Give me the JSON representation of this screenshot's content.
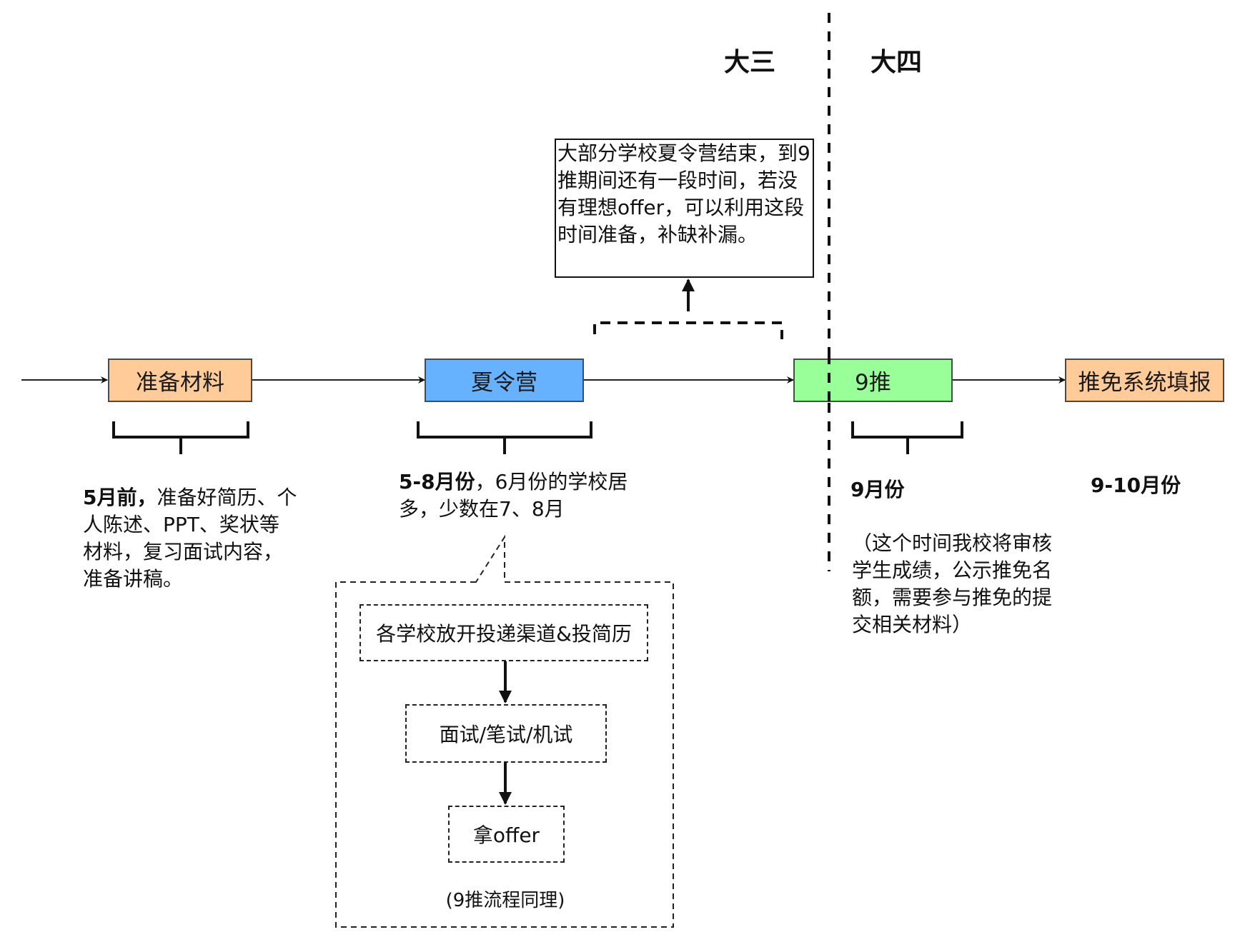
{
  "years": {
    "junior": "大三",
    "senior": "大四"
  },
  "stages": [
    {
      "id": "prepare",
      "label": "准备材料",
      "color": "#FFCC99"
    },
    {
      "id": "summer_camp",
      "label": "夏令营",
      "color": "#66B2FF"
    },
    {
      "id": "sept_push",
      "label": "9推",
      "color": "#99FF99"
    },
    {
      "id": "system_fill",
      "label": "推免系统填报",
      "color": "#FFCC99"
    }
  ],
  "timeframes": {
    "prepare": {
      "bold": "5月前，",
      "text": "准备好简历、个人陈述、PPT、奖状等材料，复习面试内容，准备讲稿。"
    },
    "summer_camp": {
      "bold": "5-8月份",
      "text": "，6月份的学校居多，少数在7、8月"
    },
    "sept_push": {
      "bold": "9月份",
      "note": "（这个时间我校将审核学生成绩，公示推免名额，需要参与推免的提交相关材料）"
    },
    "system_fill": {
      "bold": "9-10月份"
    }
  },
  "gap_note": "大部分学校夏令营结束，到9推期间还有一段时间，若没有理想offer，可以利用这段时间准备，补缺补漏。",
  "camp_process": {
    "steps": [
      "各学校放开投递渠道&投简历",
      "面试/笔试/机试",
      "拿offer"
    ],
    "caption": "(9推流程同理)"
  }
}
